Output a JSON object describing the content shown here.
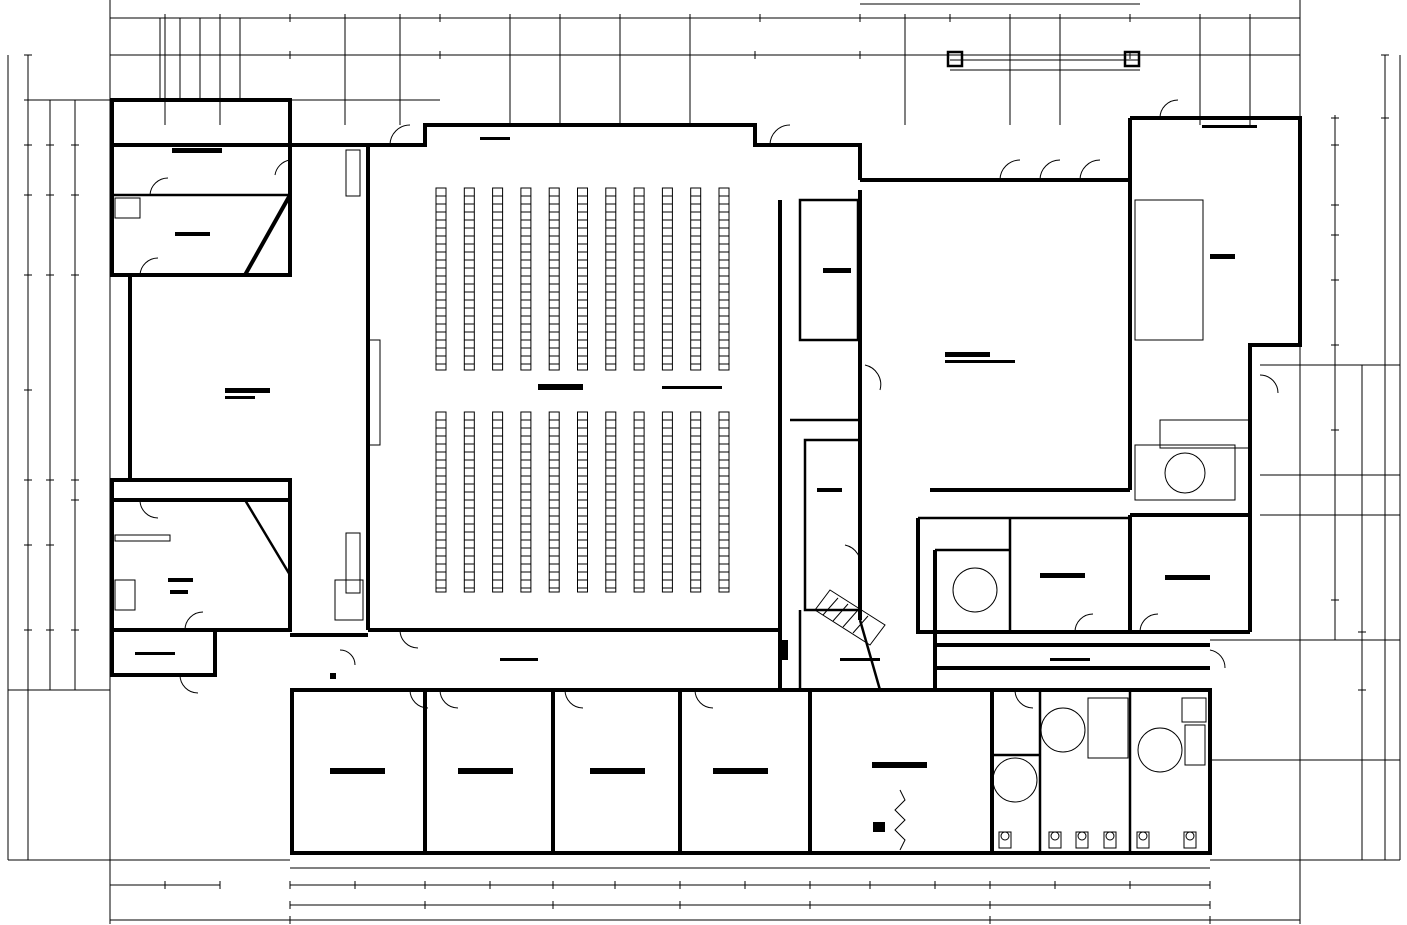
{
  "drawing": {
    "background": "#ffffff",
    "ink": "#000000"
  },
  "rooms": [],
  "seating": {
    "front_block": {
      "columns": 11,
      "rows": 1
    },
    "rear_block": {
      "columns": 11,
      "rows": 1
    }
  }
}
